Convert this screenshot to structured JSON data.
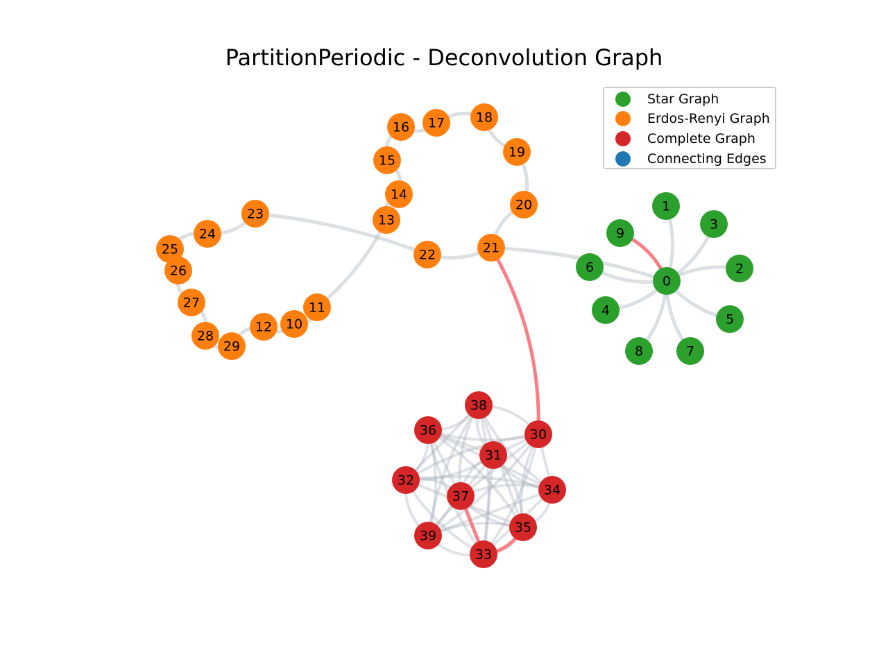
{
  "title": "PartitionPeriodic - Deconvolution Graph",
  "legend": [
    {
      "label": "Star Graph",
      "color": "#2ca02c"
    },
    {
      "label": "Erdos-Renyi Graph",
      "color": "#ff7f0e"
    },
    {
      "label": "Complete Graph",
      "color": "#d62728"
    },
    {
      "label": "Connecting Edges",
      "color": "#1f77b4"
    }
  ],
  "colors": {
    "edge": "#aab4be",
    "highlight_edge": "#f77f85"
  },
  "nodes": [
    {
      "id": "0",
      "group": "star"
    },
    {
      "id": "1",
      "group": "star"
    },
    {
      "id": "2",
      "group": "star"
    },
    {
      "id": "3",
      "group": "star"
    },
    {
      "id": "4",
      "group": "star"
    },
    {
      "id": "5",
      "group": "star"
    },
    {
      "id": "6",
      "group": "star"
    },
    {
      "id": "7",
      "group": "star"
    },
    {
      "id": "8",
      "group": "star"
    },
    {
      "id": "9",
      "group": "star"
    },
    {
      "id": "10",
      "group": "erdos"
    },
    {
      "id": "11",
      "group": "erdos"
    },
    {
      "id": "12",
      "group": "erdos"
    },
    {
      "id": "13",
      "group": "erdos"
    },
    {
      "id": "14",
      "group": "erdos"
    },
    {
      "id": "15",
      "group": "erdos"
    },
    {
      "id": "16",
      "group": "erdos"
    },
    {
      "id": "17",
      "group": "erdos"
    },
    {
      "id": "18",
      "group": "erdos"
    },
    {
      "id": "19",
      "group": "erdos"
    },
    {
      "id": "20",
      "group": "erdos"
    },
    {
      "id": "21",
      "group": "erdos"
    },
    {
      "id": "22",
      "group": "erdos"
    },
    {
      "id": "23",
      "group": "erdos"
    },
    {
      "id": "24",
      "group": "erdos"
    },
    {
      "id": "25",
      "group": "erdos"
    },
    {
      "id": "26",
      "group": "erdos"
    },
    {
      "id": "27",
      "group": "erdos"
    },
    {
      "id": "28",
      "group": "erdos"
    },
    {
      "id": "29",
      "group": "erdos"
    },
    {
      "id": "30",
      "group": "complete"
    },
    {
      "id": "31",
      "group": "complete"
    },
    {
      "id": "32",
      "group": "complete"
    },
    {
      "id": "33",
      "group": "complete"
    },
    {
      "id": "34",
      "group": "complete"
    },
    {
      "id": "35",
      "group": "complete"
    },
    {
      "id": "36",
      "group": "complete"
    },
    {
      "id": "37",
      "group": "complete"
    },
    {
      "id": "38",
      "group": "complete"
    },
    {
      "id": "39",
      "group": "complete"
    }
  ],
  "edges": [
    [
      "0",
      "1"
    ],
    [
      "0",
      "2"
    ],
    [
      "0",
      "3"
    ],
    [
      "0",
      "4"
    ],
    [
      "0",
      "5"
    ],
    [
      "0",
      "6"
    ],
    [
      "0",
      "7"
    ],
    [
      "0",
      "8"
    ],
    [
      "10",
      "11"
    ],
    [
      "10",
      "12"
    ],
    [
      "12",
      "29"
    ],
    [
      "29",
      "28"
    ],
    [
      "28",
      "27"
    ],
    [
      "27",
      "26"
    ],
    [
      "26",
      "25"
    ],
    [
      "25",
      "24"
    ],
    [
      "24",
      "23"
    ],
    [
      "23",
      "22"
    ],
    [
      "22",
      "21"
    ],
    [
      "21",
      "20"
    ],
    [
      "20",
      "19"
    ],
    [
      "19",
      "18"
    ],
    [
      "18",
      "17"
    ],
    [
      "17",
      "16"
    ],
    [
      "16",
      "15"
    ],
    [
      "15",
      "14"
    ],
    [
      "14",
      "13"
    ],
    [
      "13",
      "11"
    ],
    [
      "0",
      "21"
    ]
  ],
  "highlight_edges": [
    [
      "0",
      "9"
    ],
    [
      "21",
      "30"
    ],
    [
      "37",
      "33"
    ],
    [
      "33",
      "35"
    ]
  ]
}
